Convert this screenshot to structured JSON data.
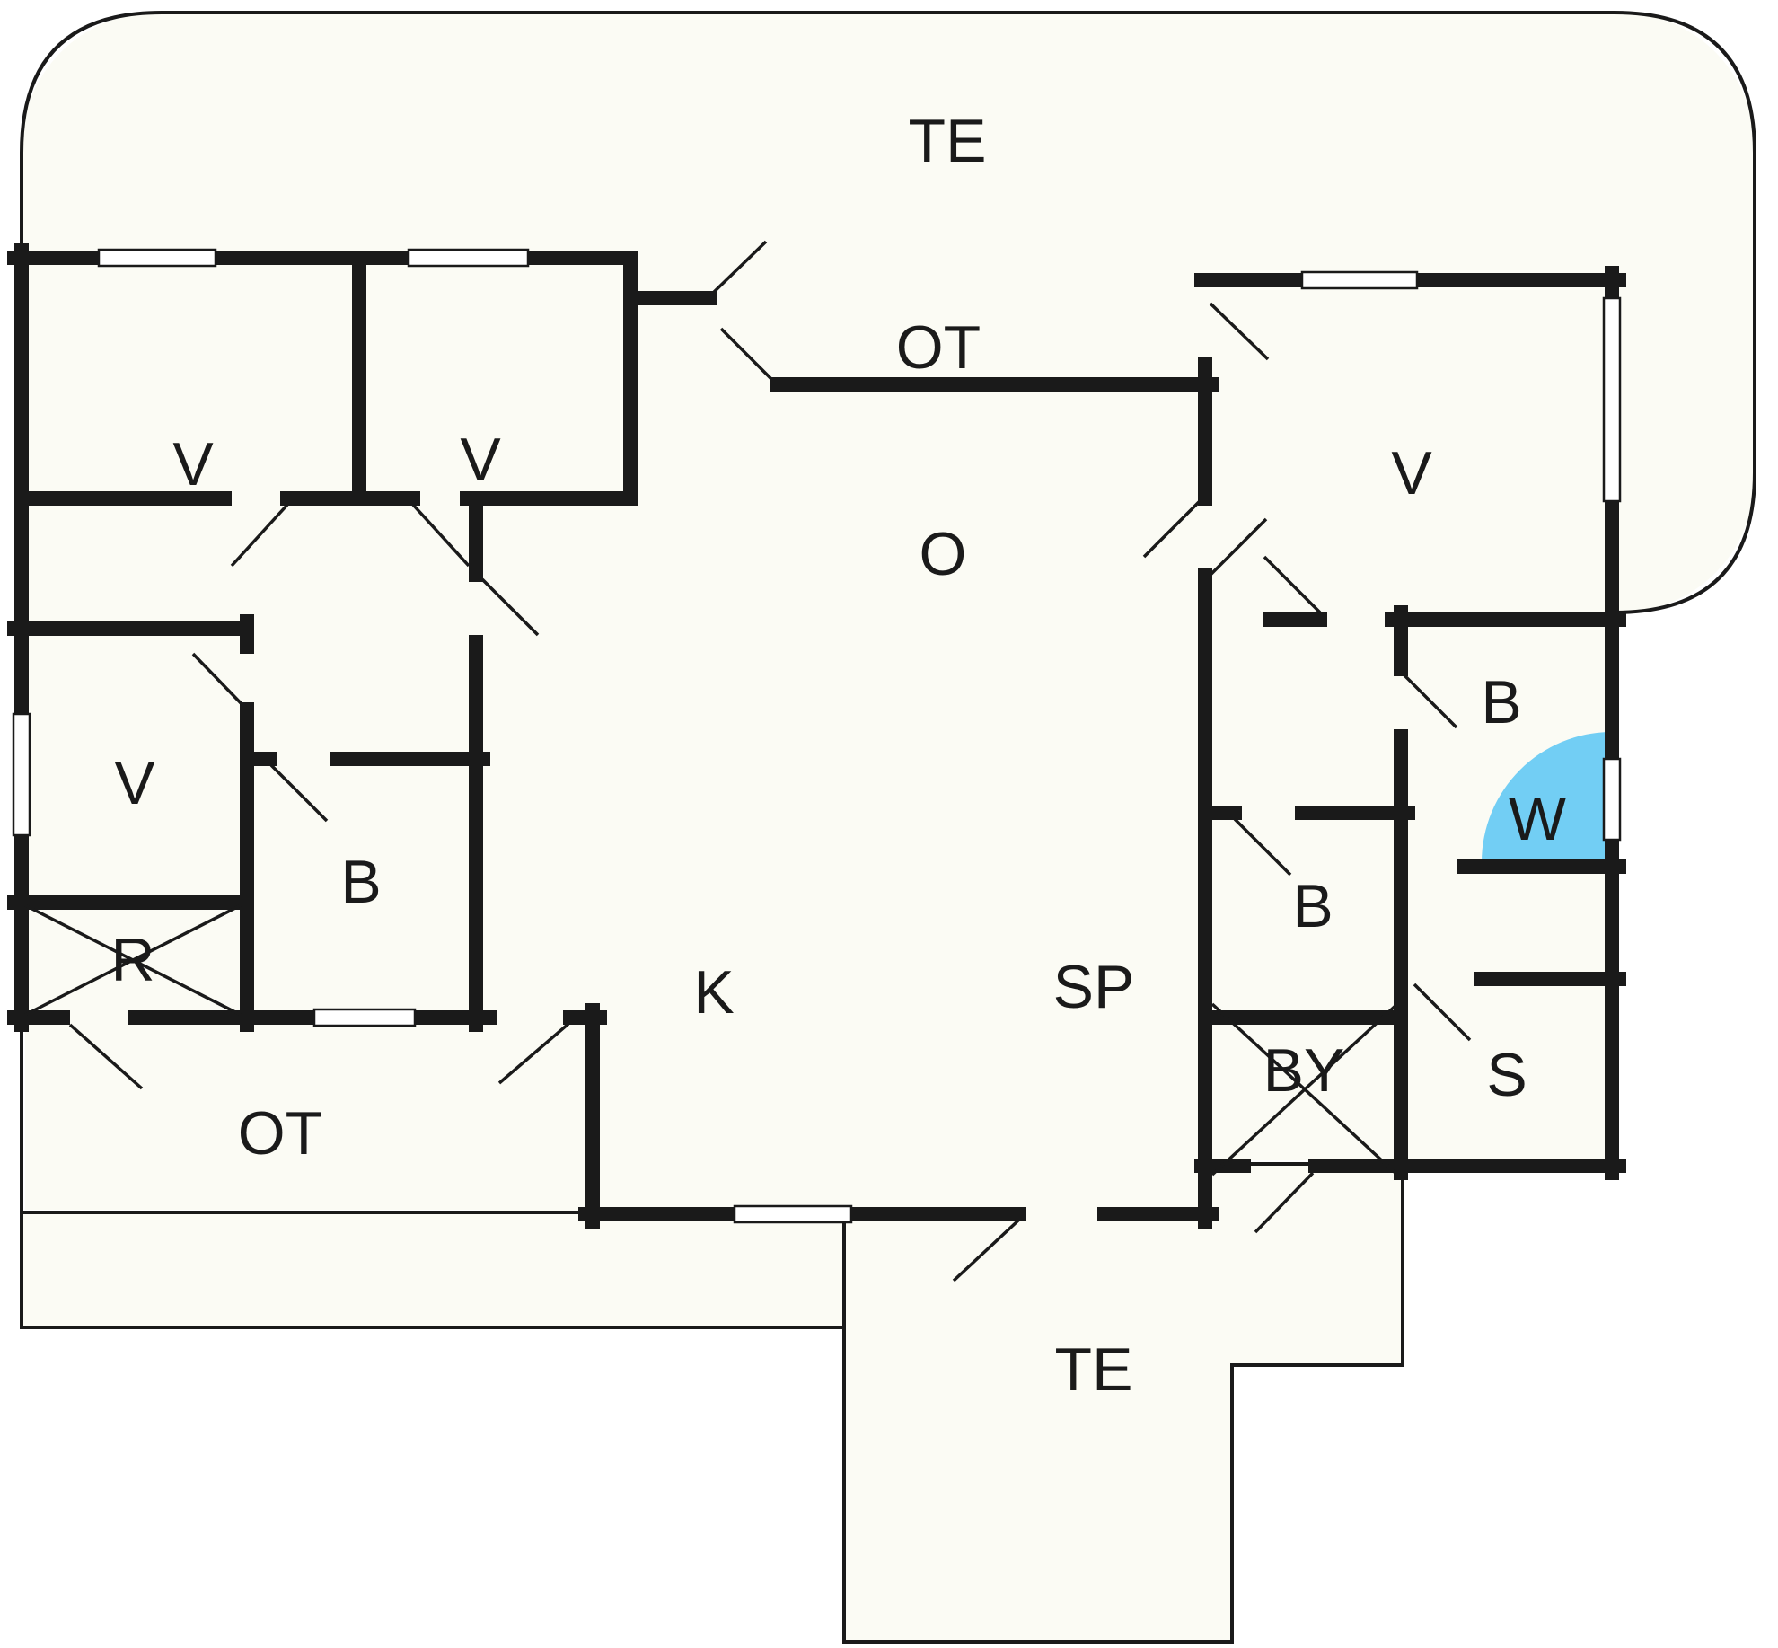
{
  "colors": {
    "wall": "#1a1a1a",
    "floor": "#fbfbf4",
    "background": "#ffffff",
    "door_swing_fill": "#72cef4"
  },
  "floorplan": {
    "labels": [
      {
        "id": "room-te-top",
        "text": "TE",
        "crossed_out": false
      },
      {
        "id": "room-ot-top",
        "text": "OT",
        "crossed_out": false
      },
      {
        "id": "room-v-1",
        "text": "V",
        "crossed_out": false
      },
      {
        "id": "room-v-2",
        "text": "V",
        "crossed_out": false
      },
      {
        "id": "room-v-3",
        "text": "V",
        "crossed_out": false
      },
      {
        "id": "room-v-4",
        "text": "V",
        "crossed_out": false
      },
      {
        "id": "room-o",
        "text": "O",
        "crossed_out": false
      },
      {
        "id": "room-b-left",
        "text": "B",
        "crossed_out": false
      },
      {
        "id": "room-r",
        "text": "R",
        "crossed_out": true
      },
      {
        "id": "room-ot-left",
        "text": "OT",
        "crossed_out": false
      },
      {
        "id": "room-k",
        "text": "K",
        "crossed_out": false
      },
      {
        "id": "room-sp",
        "text": "SP",
        "crossed_out": false
      },
      {
        "id": "room-b-hall",
        "text": "B",
        "crossed_out": false
      },
      {
        "id": "room-by",
        "text": "BY",
        "crossed_out": true
      },
      {
        "id": "room-s",
        "text": "S",
        "crossed_out": false
      },
      {
        "id": "room-b-right",
        "text": "B",
        "crossed_out": false
      },
      {
        "id": "room-w",
        "text": "W",
        "crossed_out": false
      },
      {
        "id": "room-te-bottom",
        "text": "TE",
        "crossed_out": false
      }
    ]
  }
}
